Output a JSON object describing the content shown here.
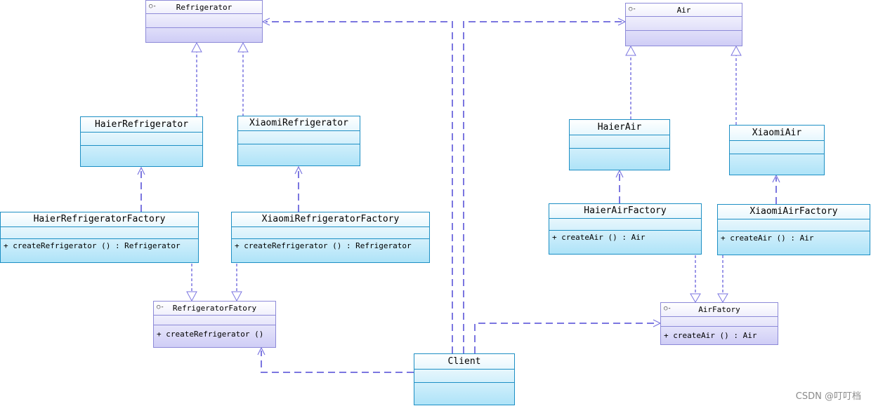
{
  "classes": {
    "refrigerator": {
      "name": "Refrigerator",
      "stereotype": "○-"
    },
    "air": {
      "name": "Air",
      "stereotype": "○-"
    },
    "haier_refrigerator": {
      "name": "HaierRefrigerator"
    },
    "xiaomi_refrigerator": {
      "name": "XiaomiRefrigerator"
    },
    "haier_air": {
      "name": "HaierAir"
    },
    "xiaomi_air": {
      "name": "XiaomiAir"
    },
    "haier_refrigerator_factory": {
      "name": "HaierRefrigeratorFactory",
      "operation": "+ createRefrigerator () : Refrigerator"
    },
    "xiaomi_refrigerator_factory": {
      "name": "XiaomiRefrigeratorFactory",
      "operation": "+ createRefrigerator () : Refrigerator"
    },
    "haier_air_factory": {
      "name": "HaierAirFactory",
      "operation": "+ createAir () : Air"
    },
    "xiaomi_air_factory": {
      "name": "XiaomiAirFactory",
      "operation": "+ createAir () : Air"
    },
    "refrigerator_fatory": {
      "name": "RefrigeratorFatory",
      "stereotype": "○-",
      "operation": "+ createRefrigerator ()"
    },
    "air_fatory": {
      "name": "AirFatory",
      "stereotype": "○-",
      "operation": "+ createAir () : Air"
    },
    "client": {
      "name": "Client"
    }
  },
  "watermark": "CSDN @叮叮档",
  "colors": {
    "interface_border": "#8d8ad8",
    "interface_fill": "#cfcdf6",
    "class_border": "#1d8fc4",
    "class_fill": "#aee3f8",
    "connector": "#7b76e0"
  }
}
